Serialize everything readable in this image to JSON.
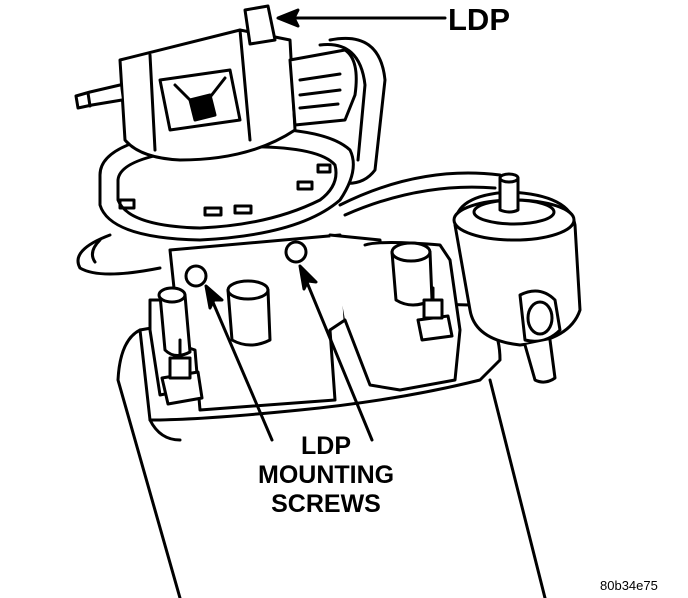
{
  "labels": {
    "ldp": "LDP",
    "screws_line1": "LDP",
    "screws_line2": "MOUNTING",
    "screws_line3": "SCREWS",
    "figure_code": "80b34e75"
  },
  "colors": {
    "ink": "#000000",
    "paper": "#ffffff"
  }
}
